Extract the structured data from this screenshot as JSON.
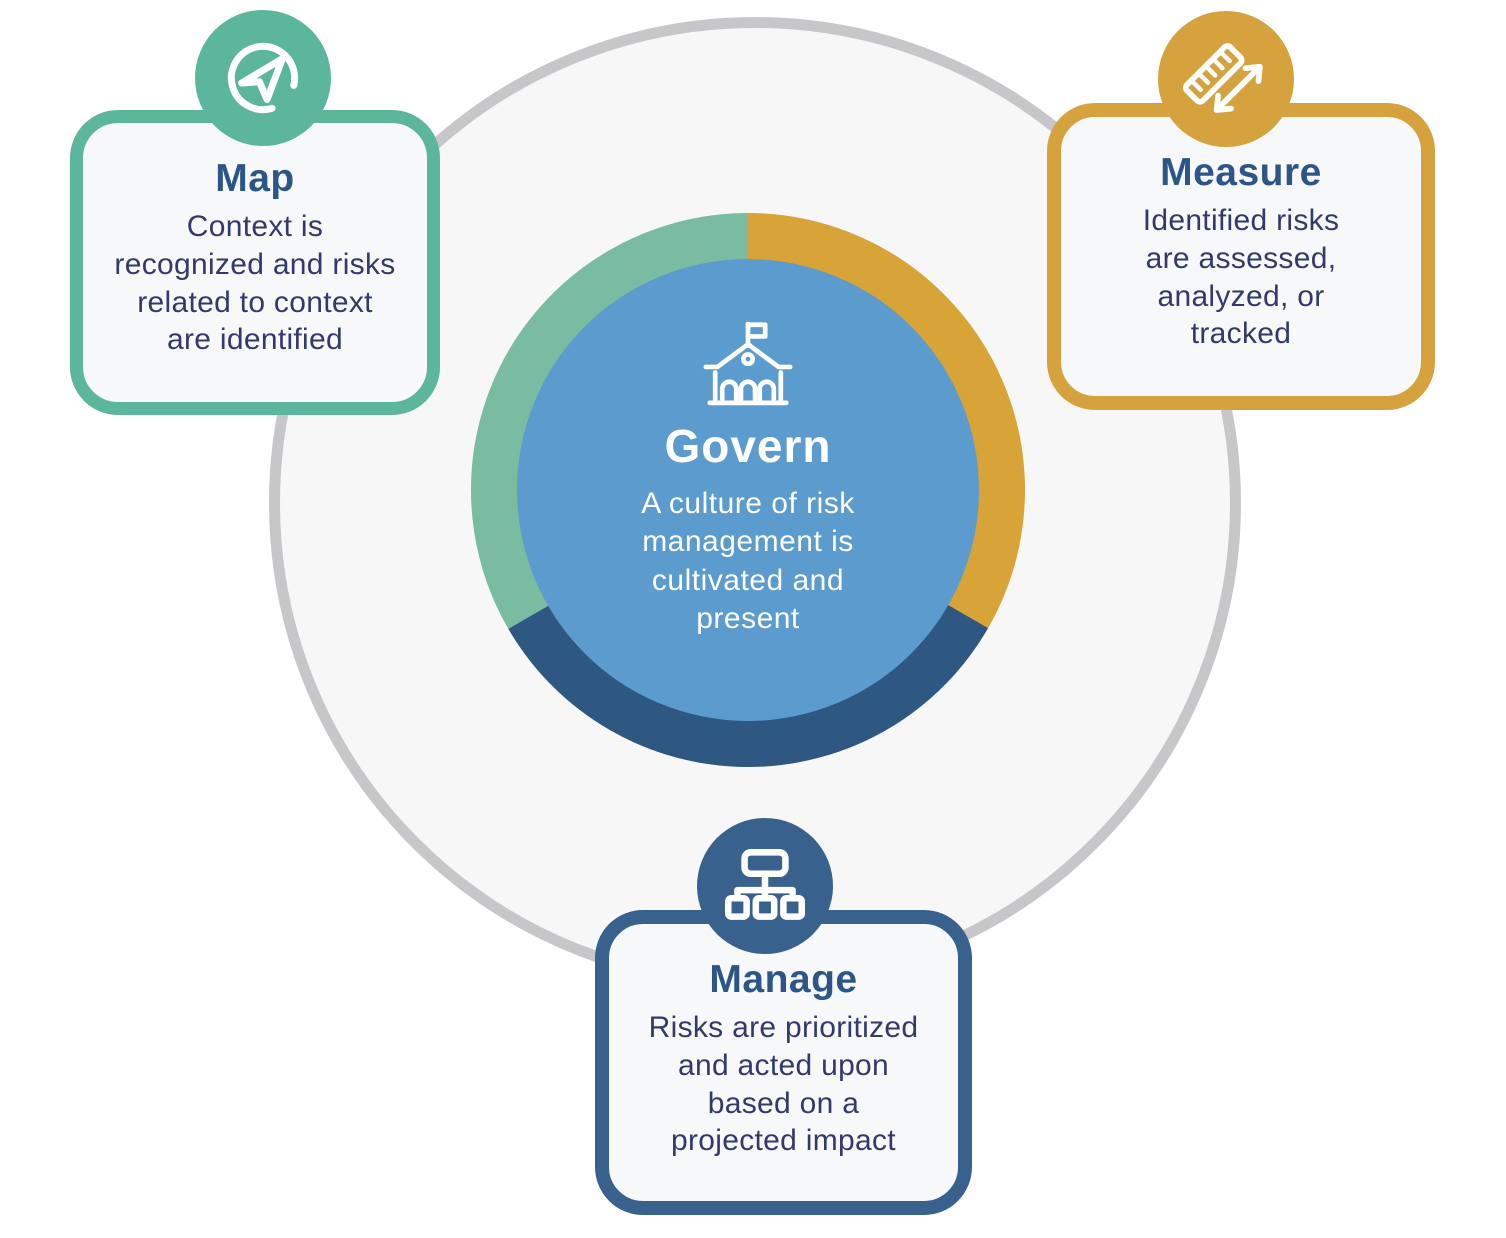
{
  "diagram": {
    "center": {
      "icon": "government-building-icon",
      "title": "Govern",
      "description": "A culture of risk\nmanagement is\ncultivated and\npresent"
    },
    "cards": [
      {
        "id": "map",
        "icon": "navigation-arrow-icon",
        "title": "Map",
        "description": "Context is\nrecognized and risks\nrelated to context\nare identified",
        "accent_color": "#5CB69C"
      },
      {
        "id": "measure",
        "icon": "ruler-arrow-icon",
        "title": "Measure",
        "description": "Identified risks\nare assessed,\nanalyzed, or\ntracked",
        "accent_color": "#D6A23E"
      },
      {
        "id": "manage",
        "icon": "sitemap-icon",
        "title": "Manage",
        "description": "Risks are prioritized\nand acted upon\nbased on a\nprojected impact",
        "accent_color": "#38618E"
      }
    ],
    "ring_segments": [
      {
        "label": "Measure",
        "position": "top-right",
        "color": "#D8A437"
      },
      {
        "label": "Manage",
        "position": "bottom",
        "color": "#2E5881"
      },
      {
        "label": "Map",
        "position": "top-left",
        "color": "#7ABCA2"
      }
    ],
    "colors": {
      "center_circle": "#5B9BCE",
      "outer_circle_fill": "#F7F7F8",
      "outer_circle_stroke": "#C7C7C9",
      "card_background": "#F6F8FA",
      "title_text": "#2D5588",
      "body_text": "#333A6B"
    }
  }
}
